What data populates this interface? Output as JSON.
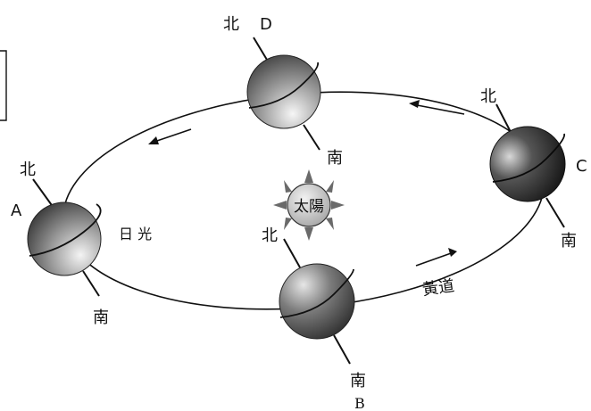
{
  "colors": {
    "line": "#111111",
    "sphere_light": "#f4f4f4",
    "sphere_dark": "#111111",
    "sun_fill": "#d6d6d6",
    "sun_ray": "#6a6a6a"
  },
  "sun": {
    "label": "太陽"
  },
  "orbit": {
    "label": "黃道"
  },
  "sunlight": {
    "label": "日 光"
  },
  "positions": [
    {
      "id": "A",
      "letter": "A",
      "north": "北",
      "south": "南"
    },
    {
      "id": "B",
      "letter": "B",
      "north": "北",
      "south": "南"
    },
    {
      "id": "C",
      "letter": "C",
      "north": "北",
      "south": "南"
    },
    {
      "id": "D",
      "letter": "D",
      "north": "北",
      "south": "南"
    }
  ]
}
